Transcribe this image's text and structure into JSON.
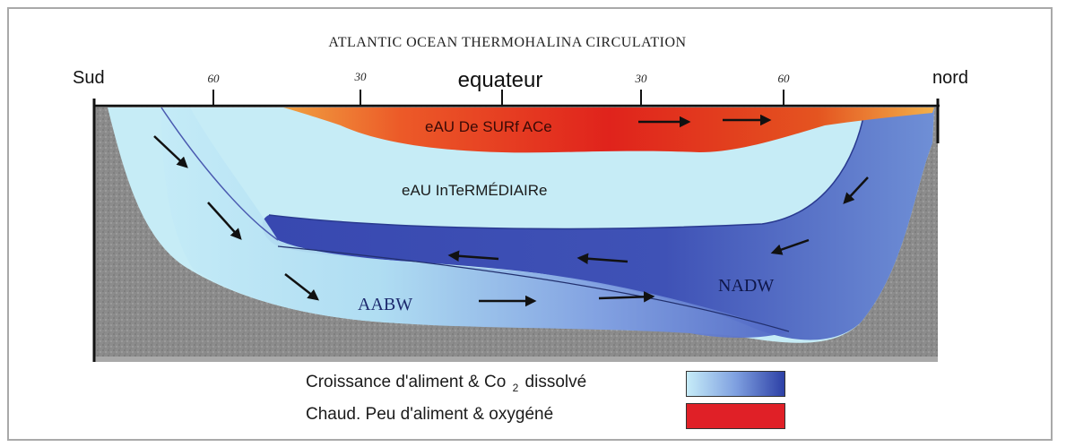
{
  "title": "ATLANTIC OCEAN THERMOHALINA CIRCULATION",
  "axis": {
    "left_end": "Sud",
    "right_end": "nord",
    "center": "equateur",
    "south_labels": [
      "60",
      "30"
    ],
    "north_labels": [
      "30",
      "60"
    ]
  },
  "water_masses": {
    "surface": "eAU De SURf ACe",
    "intermediate": "eAU InTeRMÉDIAIRe",
    "aabw": "AABW",
    "nadw": "NADW"
  },
  "legend": {
    "cold_prefix": "Croissance d'aliment & Co",
    "cold_subscript": "2",
    "cold_suffix": "dissolvé",
    "warm": "Chaud. Peu d'aliment & oxygéné"
  },
  "colors": {
    "surface_warm": "#e0281e",
    "surface_edge": "#f0a040",
    "intermediate": "#c6ecf6",
    "aabw_light": "#bfe8f6",
    "aabw_dark": "#6f8cd8",
    "nadw_dark": "#2e3fa0",
    "seafloor": "#8e8e8e"
  }
}
